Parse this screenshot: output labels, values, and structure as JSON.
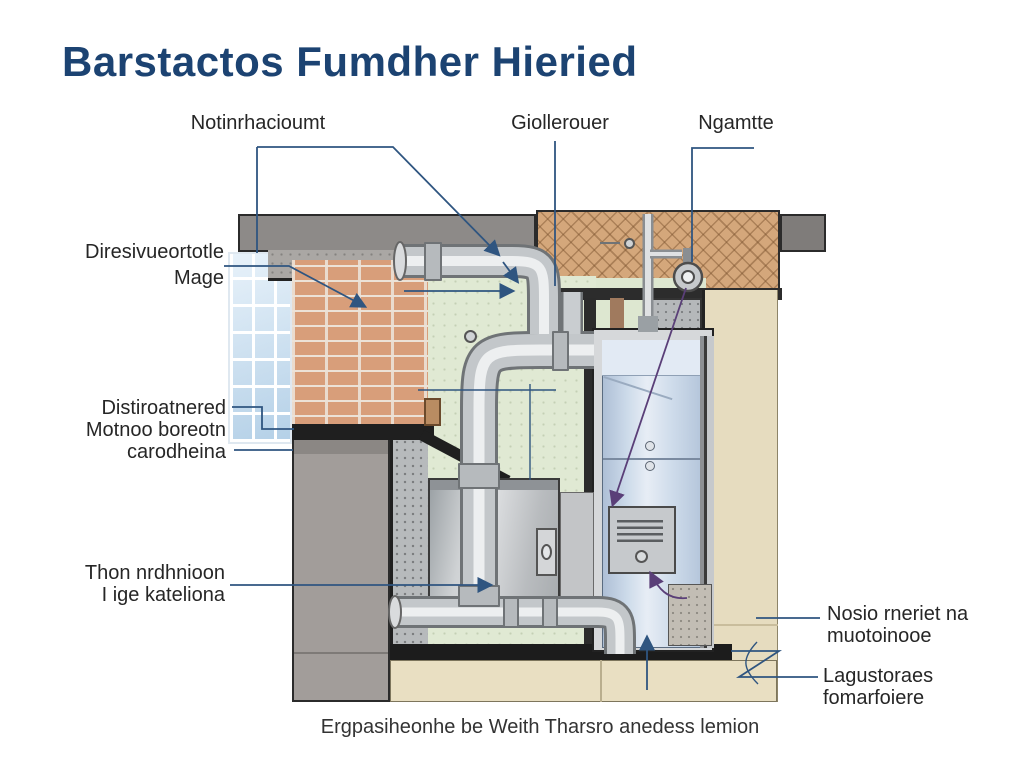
{
  "title": {
    "text": "Barstactos Fumdher Hieried"
  },
  "labels": {
    "top1": {
      "text": "Notinrhacioumt"
    },
    "top2": {
      "text": "Giollerouer"
    },
    "top3": {
      "text": "Ngamtte"
    },
    "left1": {
      "line1": "Diresivueortotle",
      "line2": "Mage"
    },
    "left2": {
      "line1": "Distiroatnered",
      "line2": "Motnoo boreotn",
      "line3": "carodheina"
    },
    "left3": {
      "line1": "Thon nrdhnioon",
      "line2": "I ige kateliona"
    },
    "right1": {
      "line1": "Nosio rneriet na",
      "line2": "muotoinooe"
    },
    "right2": {
      "line1": "Lagustoraes",
      "line2": "fomarfoiere"
    }
  },
  "caption": {
    "text": "Ergpasiheonhe be Weith Tharsro anedess lemion"
  },
  "colors": {
    "title_navy": "#1c4372",
    "leader_navy": "#2f5580",
    "leader_purple": "#5a3f78",
    "brick": "#d89e7a",
    "herringbone_tan": "#d4a77b",
    "wall_green": "#e0e9d3",
    "tank_blue": "#cfdceb",
    "floor_beige": "#e9dfc2",
    "concrete_gray": "#a29d9a"
  },
  "diagram": {
    "type": "cutaway-installation-diagram",
    "parts": [
      "glass-block-window",
      "brick-wall",
      "ceiling-slab",
      "herringbone-ceiling",
      "flue-pipes",
      "furnace",
      "water-heater",
      "control-box",
      "concrete-wall",
      "floor-slab"
    ]
  }
}
